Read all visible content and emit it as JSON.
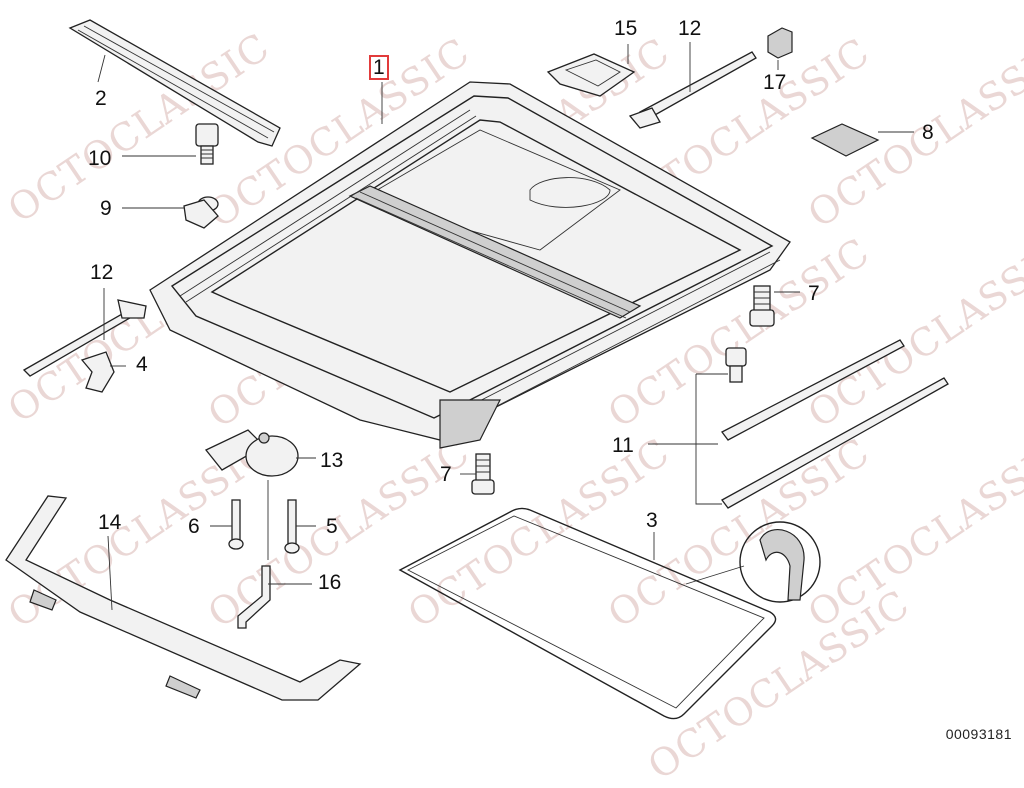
{
  "watermark": "OCTOCLASSIC",
  "diagram_code": "00093181",
  "callouts": {
    "c1": "1",
    "c2": "2",
    "c3": "3",
    "c4": "4",
    "c5": "5",
    "c6": "6",
    "c7a": "7",
    "c7b": "7",
    "c8": "8",
    "c9": "9",
    "c10": "10",
    "c11": "11",
    "c12a": "12",
    "c12b": "12",
    "c13": "13",
    "c14": "14",
    "c15": "15",
    "c16": "16",
    "c17": "17"
  },
  "colors": {
    "highlight": "#e23b3b",
    "watermark": "#ead7d5",
    "line": "#222222"
  }
}
